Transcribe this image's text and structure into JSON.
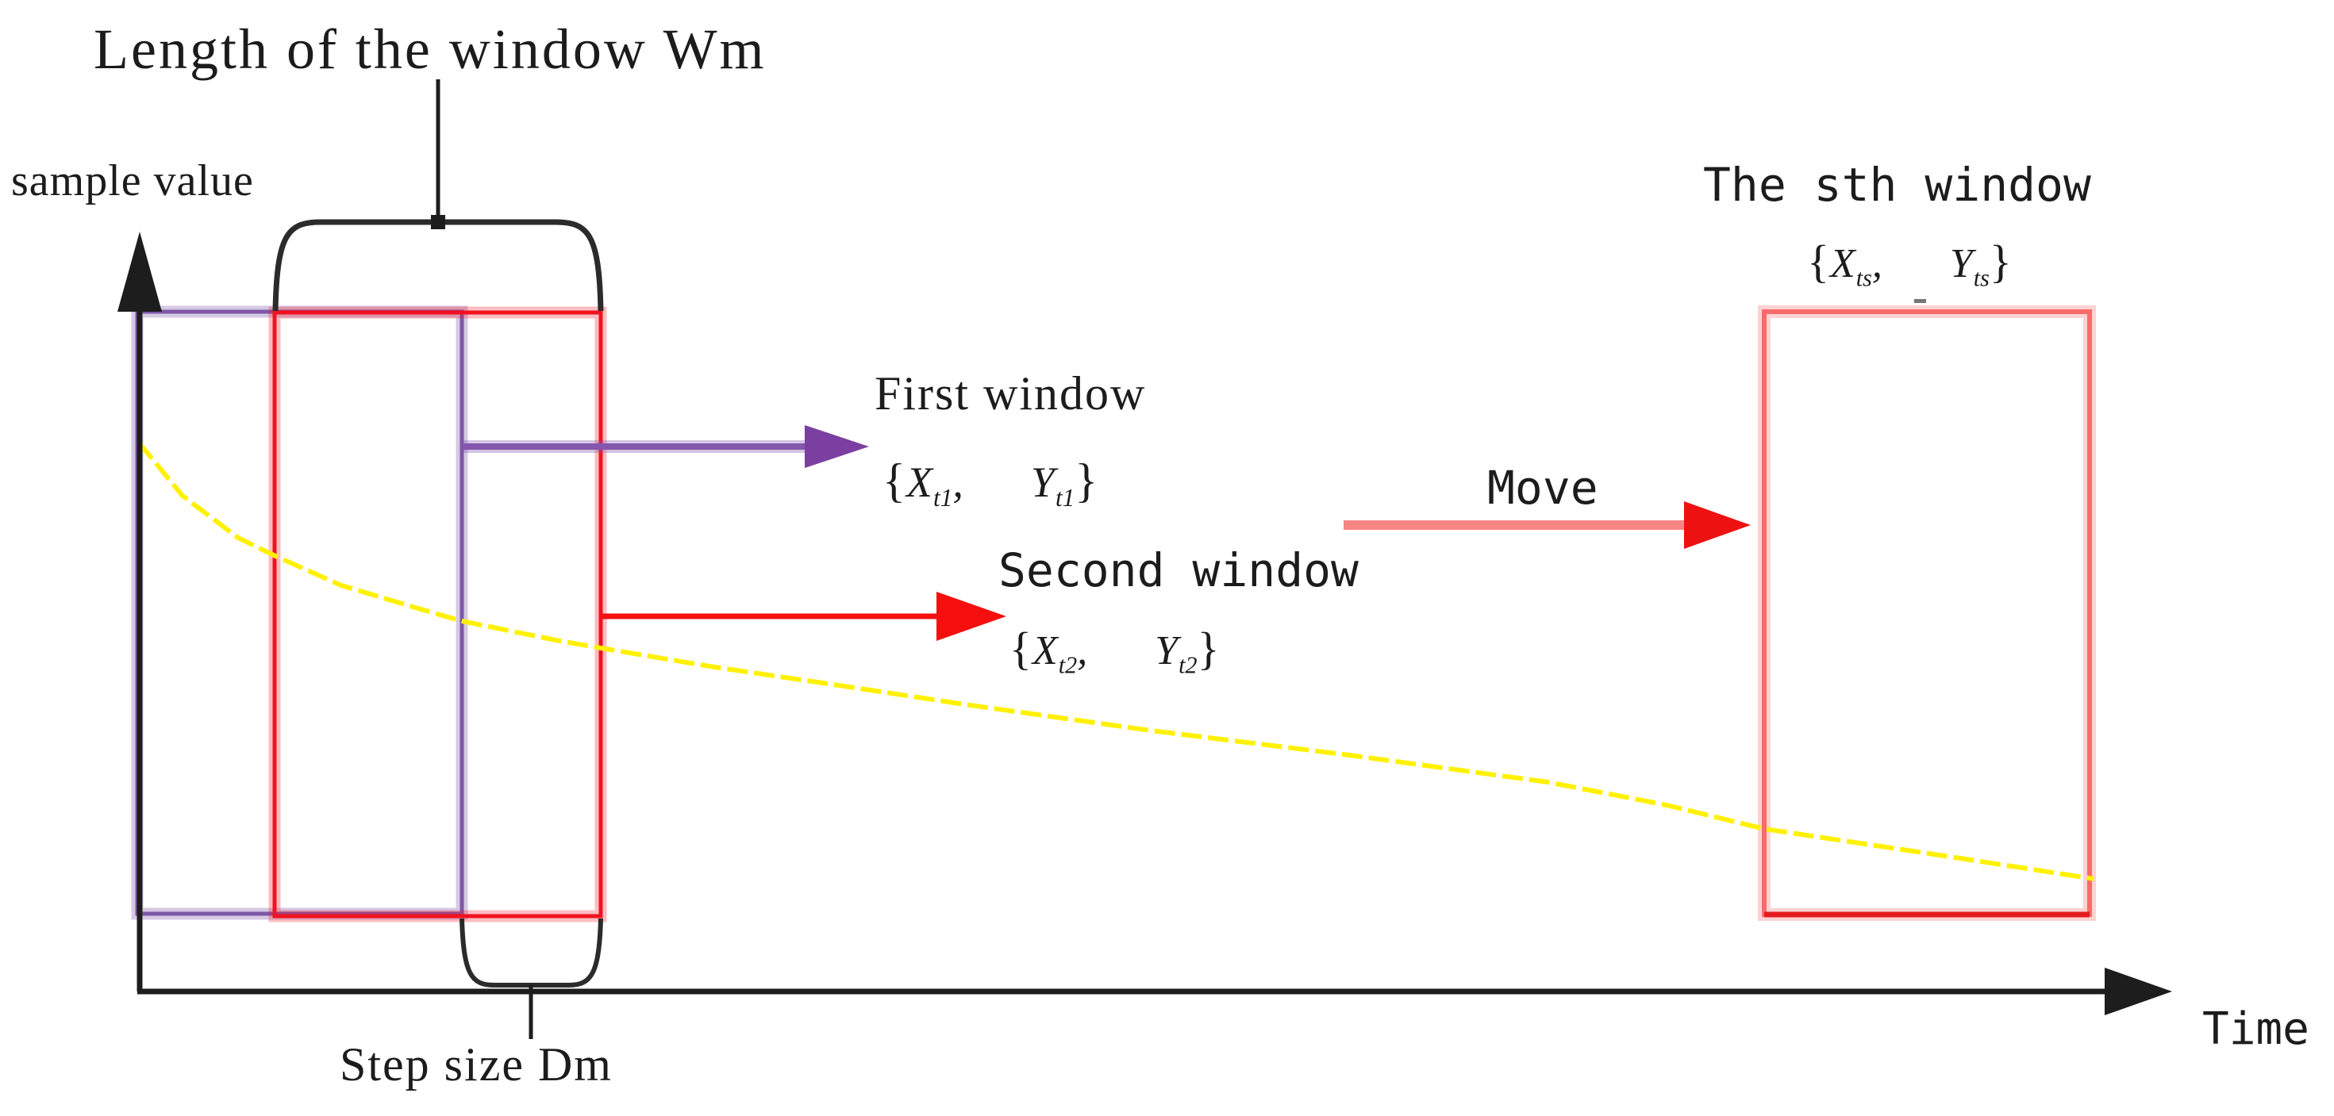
{
  "figure_title": "Length of the window Wm",
  "axes": {
    "y_label": "sample value",
    "x_label": "Time"
  },
  "annotations": {
    "step_label": "Step size Dm",
    "move_label": "Move",
    "tiny_mark": "-"
  },
  "windows": {
    "first": {
      "label": "First window",
      "set": {
        "open": "{",
        "x_base": "X",
        "x_sub": "t1",
        "comma": ",",
        "y_base": "Y",
        "y_sub": "t1",
        "close": "}"
      }
    },
    "second": {
      "label": "Second window",
      "set": {
        "open": "{",
        "x_base": "X",
        "x_sub": "t2",
        "comma": ",",
        "y_base": "Y",
        "y_sub": "t2",
        "close": "}"
      }
    },
    "sth": {
      "label": "The sth window",
      "set": {
        "open": "{",
        "x_base": "X",
        "x_sub": "ts",
        "comma": ",",
        "y_base": "Y",
        "y_sub": "ts",
        "close": "}"
      }
    }
  },
  "colors": {
    "axis": "#1d1d1d",
    "brace": "#2b2b2b",
    "purple_border": "#7e57a8",
    "purple_halo": "rgba(126,87,168,0.32)",
    "purple_arrow": "#8456ae",
    "purple_arrow_halo": "rgba(132,86,174,0.35)",
    "purple_arrow_head": "#7b3fa1",
    "red_border": "#f1121f",
    "red_halo": "rgba(241,18,31,0.28)",
    "red_arrow": "#f50f0f",
    "sth_border": "#f96a6a",
    "sth_halo": "rgba(249,106,106,0.30)",
    "sth_bottom": "#e51b20",
    "move_line": "#f98585",
    "move_head": "#ee1111",
    "curve_yellow": "#fff100"
  },
  "curve": {
    "points": [
      [
        175,
        558
      ],
      [
        230,
        625
      ],
      [
        300,
        678
      ],
      [
        347,
        701
      ],
      [
        430,
        738
      ],
      [
        520,
        765
      ],
      [
        582,
        783
      ],
      [
        700,
        807
      ],
      [
        757,
        817
      ],
      [
        900,
        841
      ],
      [
        1050,
        863
      ],
      [
        1215,
        888
      ],
      [
        1450,
        921
      ],
      [
        1700,
        952
      ],
      [
        1950,
        986
      ],
      [
        2100,
        1015
      ],
      [
        2223,
        1045
      ],
      [
        2450,
        1079
      ],
      [
        2638,
        1108
      ]
    ]
  }
}
